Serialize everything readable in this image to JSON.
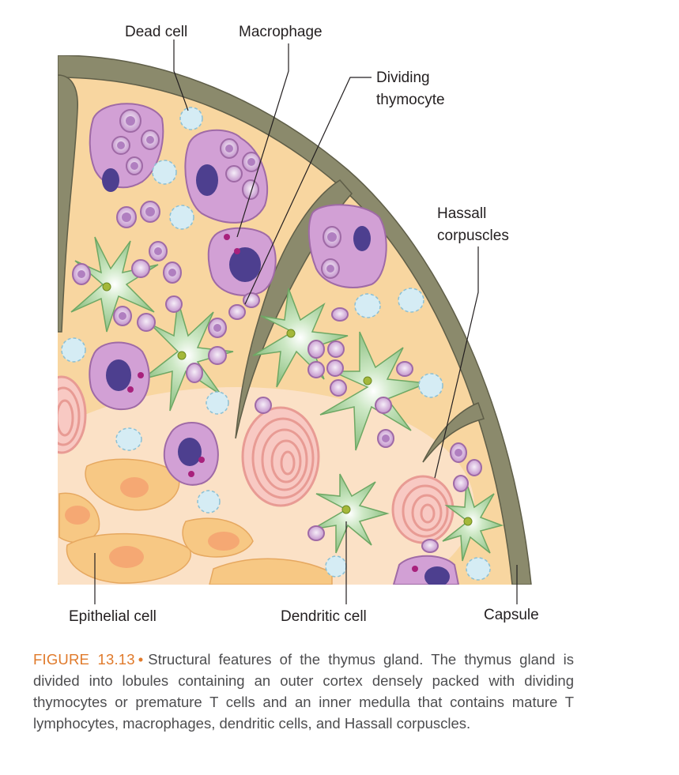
{
  "labels": {
    "dead_cell": "Dead cell",
    "macrophage": "Macrophage",
    "dividing_line1": "Dividing",
    "dividing_line2": "thymocyte",
    "hassall_line1": "Hassall",
    "hassall_line2": "corpuscles",
    "epithelial_cell": "Epithelial cell",
    "dendritic_cell": "Dendritic cell",
    "capsule": "Capsule"
  },
  "caption": {
    "figure_number": "FIGURE 13.13",
    "bullet": "•",
    "text": "Structural features of the thymus gland. The thymus gland is divided into lobules containing an outer cortex densely packed with dividing thymocytes or premature T cells and an inner medulla that contains mature T lymphocytes, macrophages, dendritic cells, and Hassall corpuscles."
  },
  "colors": {
    "capsule": "#8b8a6c",
    "cortex": "#f8d9a4",
    "medulla": "#fbe3cb",
    "thymocyte": "#c99ad0",
    "macrophage": "#d2a0d5",
    "nucleus": "#4d3f8f",
    "dendritic": "#98c98c",
    "dead_cell": "#d5ecf4",
    "hassall": "#f2b6b0",
    "epithelial": "#f7c884",
    "accent": "#e07a2b"
  }
}
